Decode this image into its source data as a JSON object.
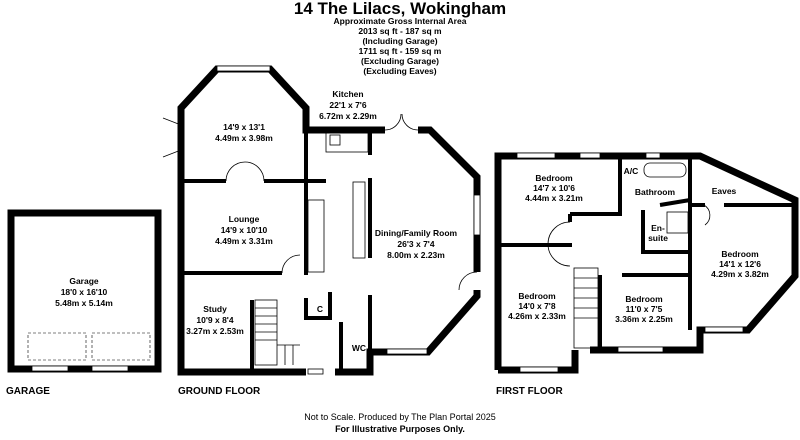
{
  "header": {
    "title": "14 The Lilacs, Wokingham",
    "area_heading": "Approximate Gross Internal Area",
    "area_lines": [
      "2013 sq ft - 187 sq m",
      "(Including Garage)",
      "1711 sq ft - 159 sq m",
      "(Excluding Garage)",
      "(Excluding Eaves)"
    ]
  },
  "garage": {
    "name": "Garage",
    "imperial": "18'0 x 16'10",
    "metric": "5.48m x 5.14m",
    "floor_label": "GARAGE"
  },
  "ground_floor": {
    "floor_label": "GROUND FLOOR",
    "rooms": {
      "bay_room": {
        "imperial": "14'9 x 13'1",
        "metric": "4.49m x 3.98m"
      },
      "kitchen": {
        "name": "Kitchen",
        "imperial": "22'1 x 7'6",
        "metric": "6.72m x 2.29m"
      },
      "lounge": {
        "name": "Lounge",
        "imperial": "14'9 x 10'10",
        "metric": "4.49m x 3.31m"
      },
      "dining": {
        "name": "Dining/Family Room",
        "imperial": "26'3 x 7'4",
        "metric": "8.00m x 2.23m"
      },
      "study": {
        "name": "Study",
        "imperial": "10'9 x 8'4",
        "metric": "3.27m x 2.53m"
      },
      "cupboard": {
        "name": "C"
      },
      "wc": {
        "name": "WC"
      }
    }
  },
  "first_floor": {
    "floor_label": "FIRST FLOOR",
    "rooms": {
      "bedroom1": {
        "name": "Bedroom",
        "imperial": "14'7 x 10'6",
        "metric": "4.44m x 3.21m"
      },
      "ac": {
        "name": "A/C"
      },
      "bathroom": {
        "name": "Bathroom"
      },
      "eaves": {
        "name": "Eaves"
      },
      "ensuite": {
        "name1": "En-",
        "name2": "suite"
      },
      "bedroom2": {
        "name": "Bedroom",
        "imperial": "14'1 x 12'6",
        "metric": "4.29m x 3.82m"
      },
      "bedroom3": {
        "name": "Bedroom",
        "imperial": "14'0 x 7'8",
        "metric": "4.26m x 2.33m"
      },
      "bedroom4": {
        "name": "Bedroom",
        "imperial": "11'0 x 7'5",
        "metric": "3.36m x 2.25m"
      }
    }
  },
  "footer": {
    "line1": "Not to Scale. Produced by The Plan Portal 2025",
    "line2": "For Illustrative Purposes Only."
  }
}
